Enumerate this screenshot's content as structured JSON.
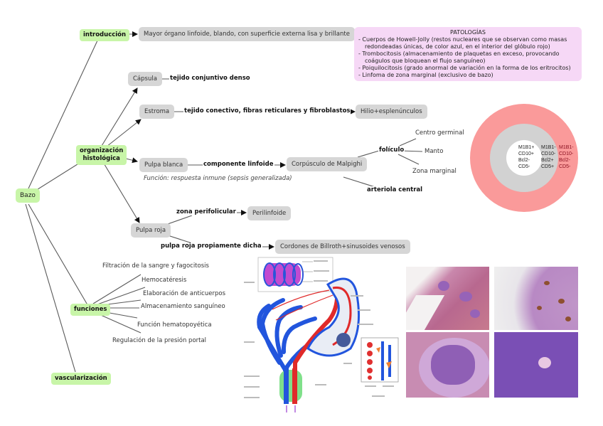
{
  "root": {
    "label": "Bazo"
  },
  "branches": {
    "introduccion": {
      "label": "introducción",
      "detail": "Mayor órgano linfoide, blando, con superficie externa lisa y brillante"
    },
    "organizacion": {
      "label_line1": "organización",
      "label_line2": "histológica",
      "capsula": {
        "label": "Cápsula",
        "detail": "tejido conjuntivo denso"
      },
      "estroma": {
        "label": "Estroma",
        "detail": "tejido conectivo, fibras reticulares y fibroblastos",
        "result": "Hilio+esplenúnculos"
      },
      "pulpa_blanca": {
        "label": "Pulpa blanca",
        "link": "componente linfoide",
        "funcion": "Función: respuesta inmune (sepsis generalizada)",
        "corpusculo": "Corpúsculo de Malpighi",
        "foliculo": "folículo",
        "foliculo_parts": [
          "Centro germinal",
          "Manto",
          "Zona marginal"
        ],
        "arteriola": "arteriola central"
      },
      "pulpa_roja": {
        "label": "Pulpa roja",
        "perifolicular": "zona perifolicular",
        "perifolicular_result": "Perilinfoide",
        "propiamente": "pulpa roja propiamente dicha",
        "propiamente_result": "Cordones de Billroth+sinusoides venosos"
      }
    },
    "funciones": {
      "label": "funciones",
      "items": [
        "Filtración de la sangre y fagocitosis",
        "Hemocatéresis",
        "Elaboración de anticuerpos",
        "Almacenamiento sanguíneo",
        "Función hematopoyética",
        "Regulación de la presión portal"
      ]
    },
    "vascularizacion": {
      "label": "vascularización"
    }
  },
  "patologias": {
    "title": "PATOLOGÍAS",
    "items": [
      "- Cuerpos de Howell-Jolly (restos nucleares que se observan como masas redondeadas únicas, de color azul, en el interior del glóbulo rojo)",
      "- Trombocitosis (almacenamiento de plaquetas en exceso, provocando coágulos que bloquean el flujo sanguíneo)",
      "- Poiquilocitosis (grado anormal de variación en la forma de los eritrocitos)",
      "- Linfoma de zona marginal (exclusivo de bazo)"
    ]
  },
  "follicle_rings": {
    "center": [
      "M1B1+",
      "CD10+",
      "Bcl2-",
      "CD5-"
    ],
    "mantle": [
      "M1B1-",
      "CD10-",
      "Bcl2+",
      "CD5+"
    ],
    "marginal": [
      "M1B1-",
      "CD10-",
      "Bcl2-",
      "CD5-"
    ],
    "colors": {
      "outer": "#fa9a9a",
      "middle": "#d2d2d2",
      "inner": "#ffffff"
    }
  },
  "colors": {
    "green_node": "#c8f5a8",
    "grey_node": "#d6d6d6",
    "pathology_bg": "#f6d8f6",
    "line": "#555555"
  }
}
